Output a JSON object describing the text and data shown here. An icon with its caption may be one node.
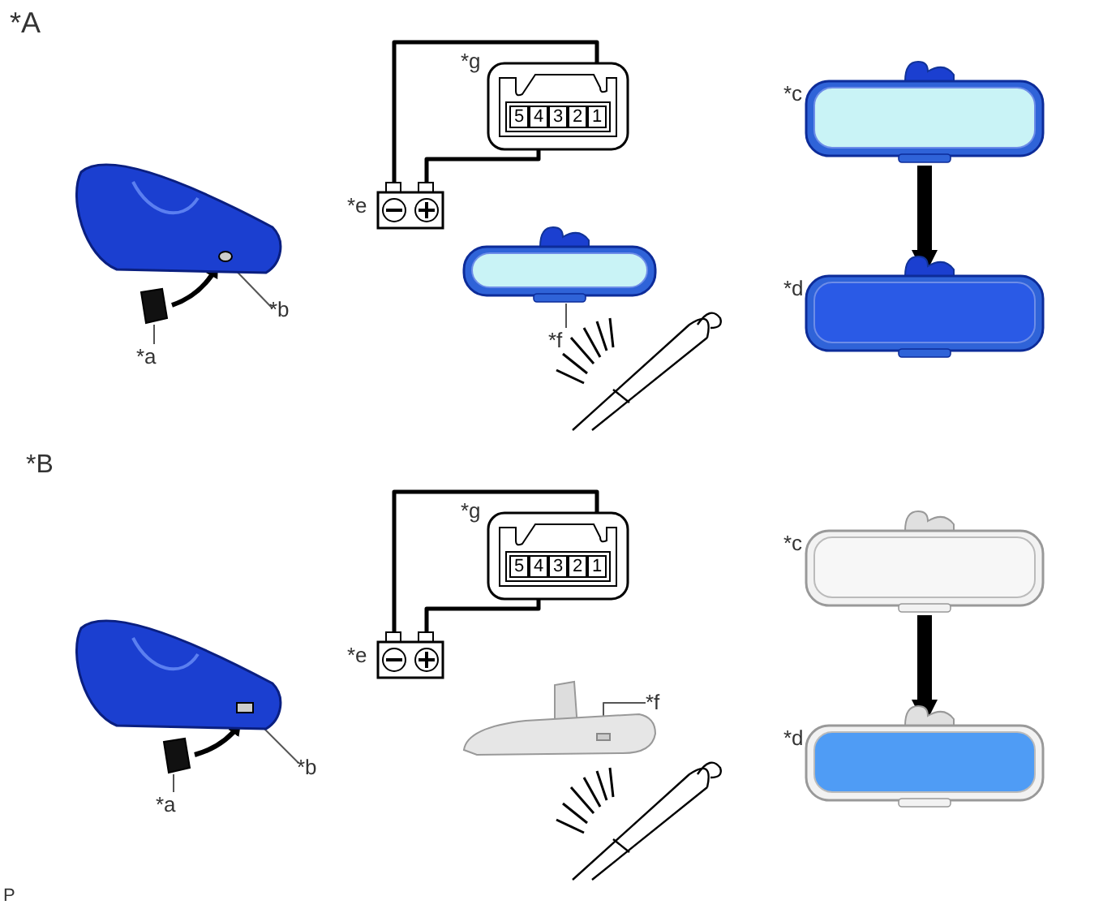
{
  "diagram": {
    "nodes": [
      {
        "text": [
          "*a"
        ]
      },
      {
        "text": [],
        "shape": "picture"
      },
      {
        "text": [
          "*b"
        ]
      },
      {
        "text": [],
        "shape": "picture"
      },
      {
        "text": [],
        "shape": "box",
        "beside": [
          "*e"
        ]
      },
      {
        "text": [],
        "shape": "box",
        "beside": [
          "*g"
        ]
      },
      {
        "text": [
          "5"
        ],
        "in": 5
      },
      {
        "text": [
          "4"
        ],
        "in": 5
      },
      {
        "text": [
          "3"
        ],
        "in": 5
      },
      {
        "text": [
          "2"
        ],
        "in": 5
      },
      {
        "text": [
          "1"
        ],
        "in": 5
      },
      {
        "text": [],
        "shape": "picture"
      },
      {
        "text": [
          "*f"
        ]
      },
      {
        "text": [],
        "shape": "picture",
        "beside": [
          "*c"
        ]
      },
      {
        "text": [],
        "shape": "picture",
        "beside": [
          "*d"
        ]
      },
      {
        "text": [
          "*a"
        ]
      },
      {
        "text": [],
        "shape": "picture"
      },
      {
        "text": [
          "*b"
        ]
      },
      {
        "text": [],
        "shape": "picture"
      },
      {
        "text": [],
        "shape": "box",
        "beside": [
          "*e"
        ]
      },
      {
        "text": [],
        "shape": "box",
        "beside": [
          "*g"
        ]
      },
      {
        "text": [
          "5"
        ],
        "in": 20
      },
      {
        "text": [
          "4"
        ],
        "in": 20
      },
      {
        "text": [
          "3"
        ],
        "in": 20
      },
      {
        "text": [
          "2"
        ],
        "in": 20
      },
      {
        "text": [
          "1"
        ],
        "in": 20
      },
      {
        "text": [],
        "shape": "picture"
      },
      {
        "text": [
          "*f"
        ]
      },
      {
        "text": [],
        "shape": "picture",
        "beside": [
          "*c"
        ]
      },
      {
        "text": [],
        "shape": "picture",
        "beside": [
          "*d"
        ]
      }
    ],
    "edges": [
      {
        "from": 0,
        "to": 1,
        "arrow": "none"
      },
      {
        "from": 2,
        "to": 3,
        "arrow": "none"
      },
      {
        "from": 1,
        "to": 3,
        "arrow": "to"
      },
      {
        "from": 4,
        "to": 10,
        "arrow": "none"
      },
      {
        "from": 4,
        "to": 7,
        "arrow": "none"
      },
      {
        "from": 12,
        "to": 11,
        "arrow": "none"
      },
      {
        "from": 13,
        "to": 14,
        "arrow": "to",
        "style": "thick"
      },
      {
        "from": 15,
        "to": 16,
        "arrow": "none"
      },
      {
        "from": 17,
        "to": 18,
        "arrow": "none"
      },
      {
        "from": 16,
        "to": 18,
        "arrow": "to"
      },
      {
        "from": 19,
        "to": 25,
        "arrow": "none"
      },
      {
        "from": 19,
        "to": 22,
        "arrow": "none"
      },
      {
        "from": 27,
        "to": 26,
        "arrow": "none"
      },
      {
        "from": 28,
        "to": 29,
        "arrow": "to",
        "style": "thick"
      }
    ],
    "labels": [
      "*A",
      "*B",
      "P"
    ]
  }
}
